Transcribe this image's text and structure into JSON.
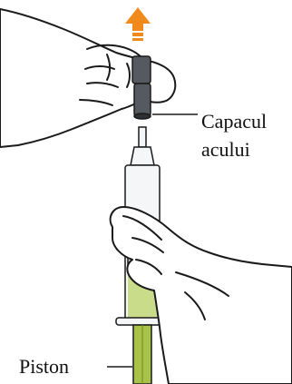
{
  "labels": {
    "needle_cap_line1": "Capacul",
    "needle_cap_line2": "acului",
    "plunger": "Piston"
  },
  "colors": {
    "arrow": "#f08a1c",
    "skin": "#ffffff",
    "outline": "#1a1a1a",
    "cap_dark": "#555a60",
    "syringe_body": "#f4f6f8",
    "liquid": "#c9dc8a",
    "plunger_rod": "#a8c24a"
  },
  "icons": {
    "arrow": "arrow-up-icon"
  }
}
